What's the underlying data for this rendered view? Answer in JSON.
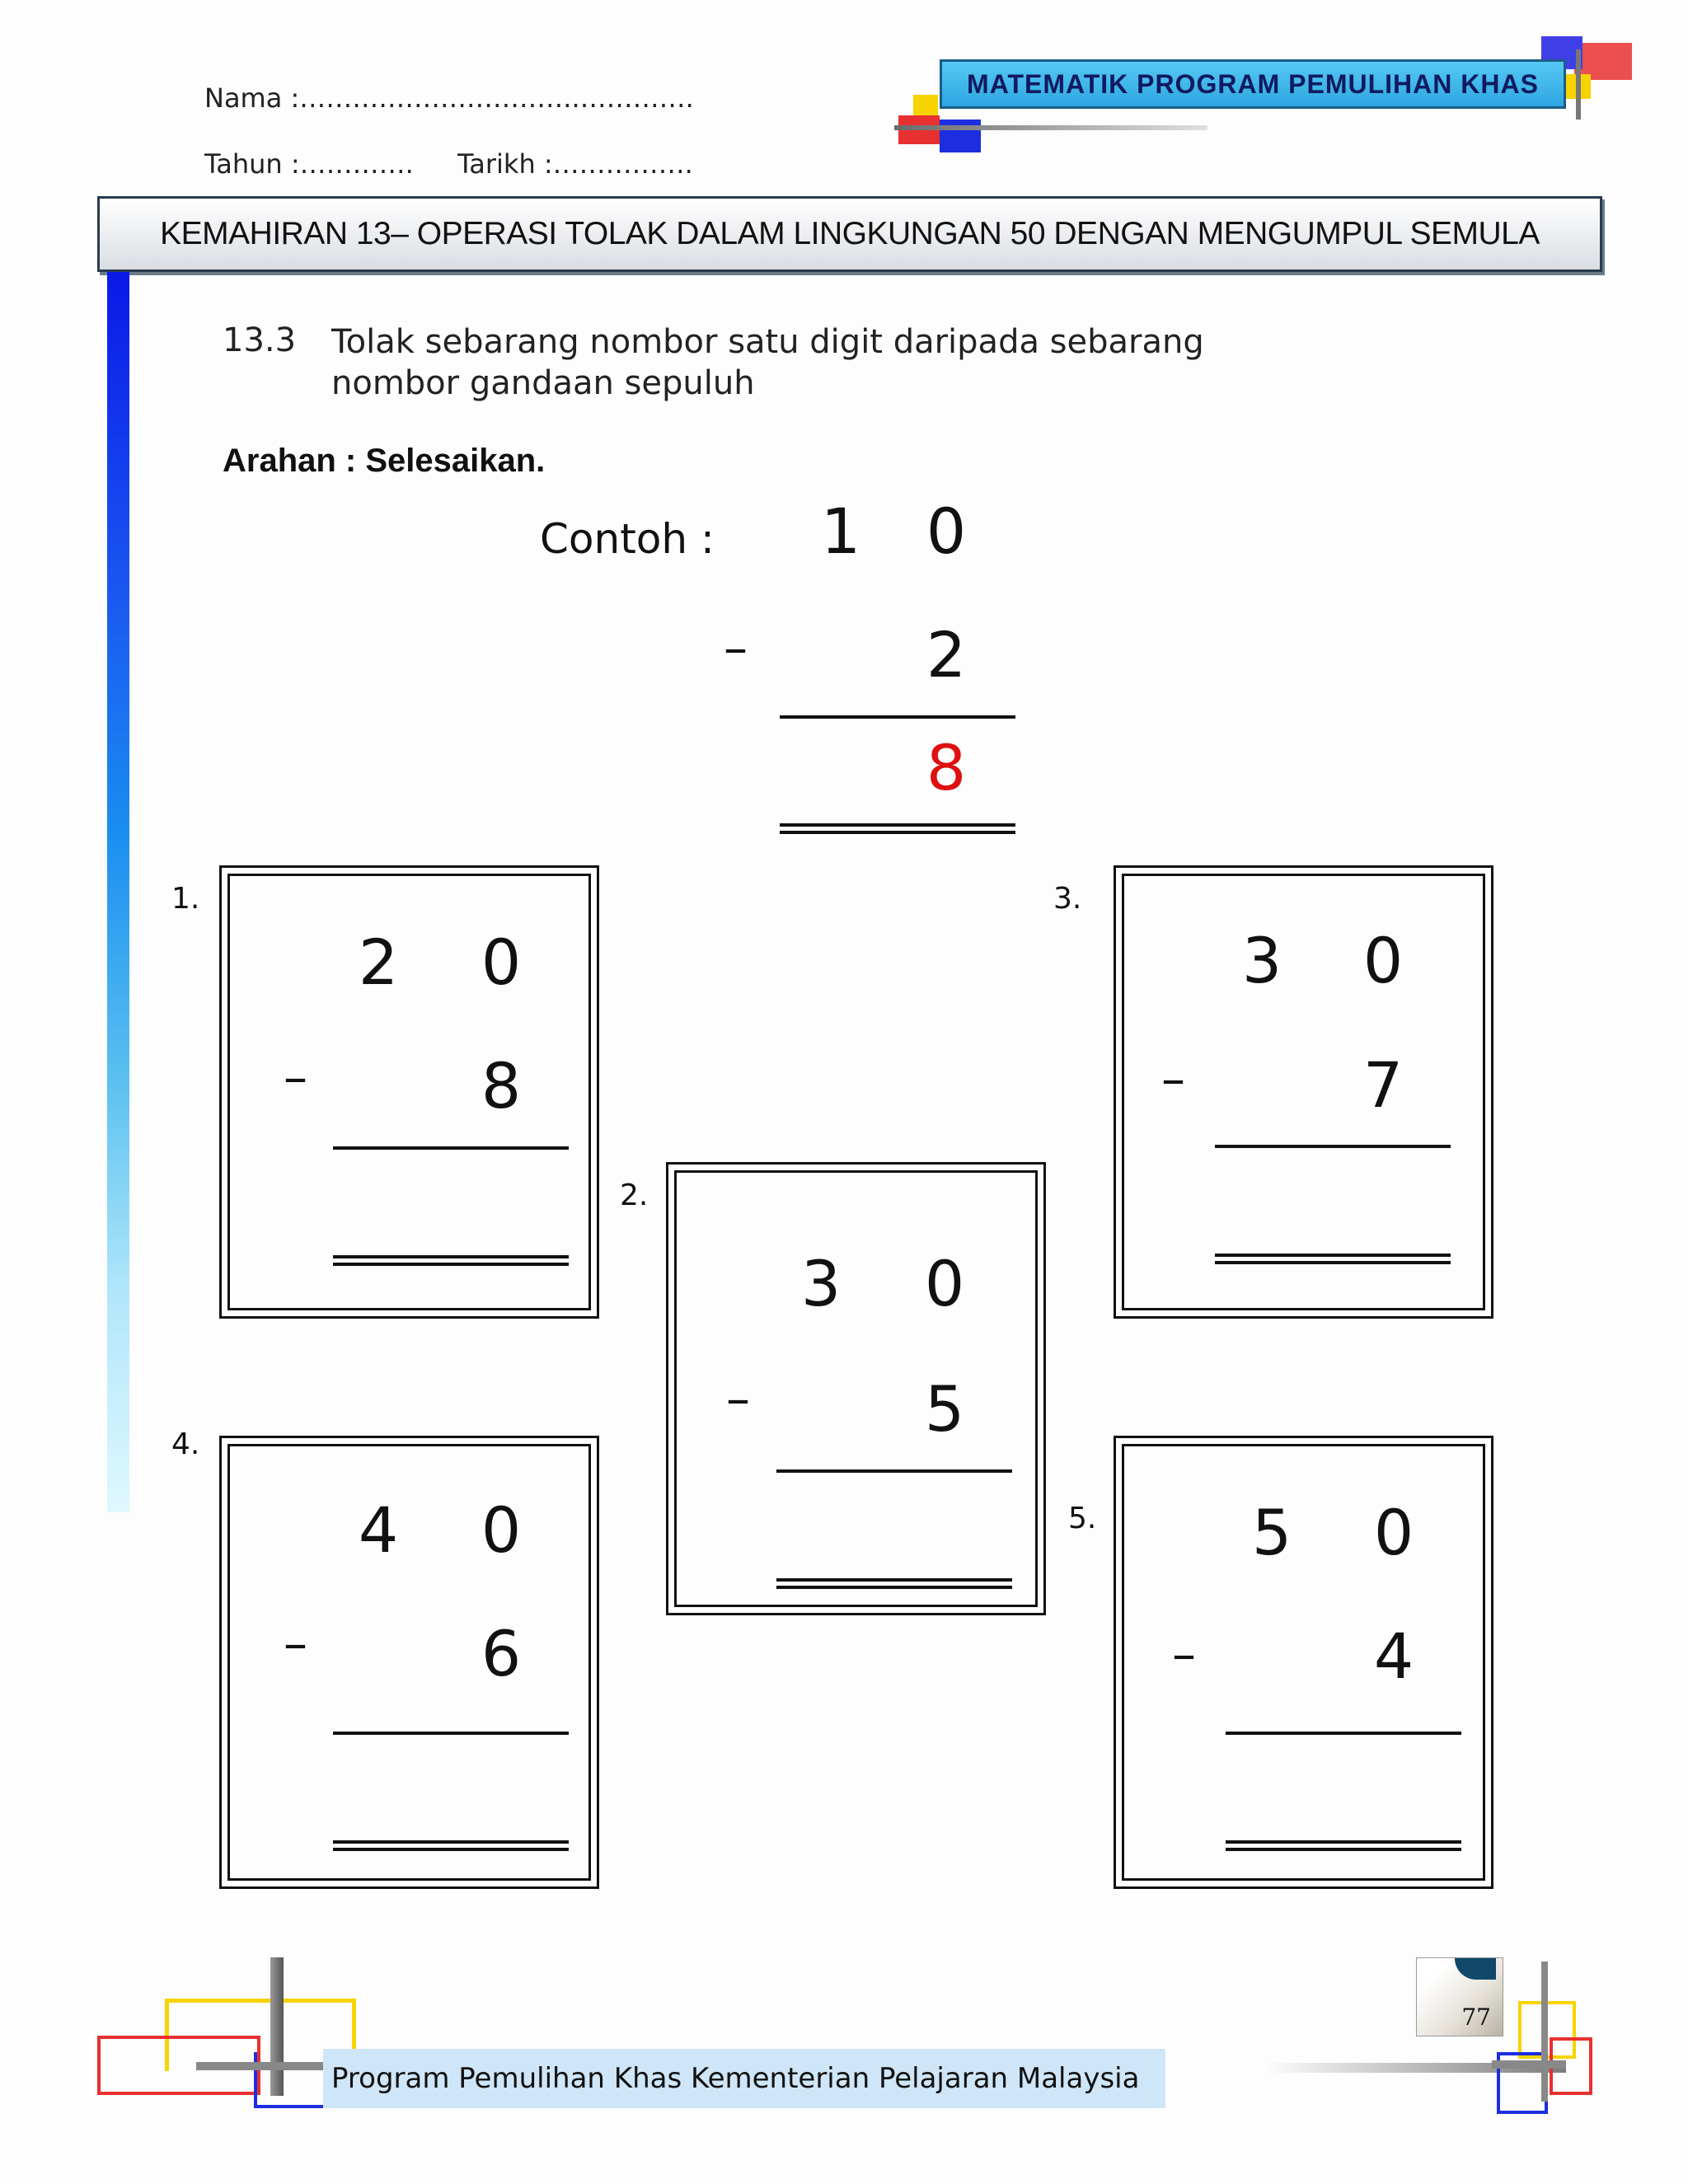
{
  "header": {
    "nama_label": "Nama :…………………………..………….",
    "tahun_label": "Tahun :………….",
    "tarikh_label": "Tarikh :…………….",
    "badge": "MATEMATIK  PROGRAM PEMULIHAN  KHAS"
  },
  "title": "KEMAHIRAN 13– OPERASI TOLAK DALAM  LINGKUNGAN 50 DENGAN  MENGUMPUL SEMULA",
  "subskill": {
    "number": "13.3",
    "text_line1": "Tolak sebarang nombor satu digit daripada sebarang",
    "text_line2": "nombor gandaan sepuluh"
  },
  "arahan": "Arahan  : Selesaikan.",
  "example": {
    "label": "Contoh :",
    "tens": "1",
    "ones": "0",
    "minus": "–",
    "subtrahend": "2",
    "answer": "8",
    "answer_color": "#e01010"
  },
  "questions": [
    {
      "label": "1.",
      "tens": "2",
      "ones": "0",
      "minus": "–",
      "subtrahend": "8"
    },
    {
      "label": "2.",
      "tens": "3",
      "ones": "0",
      "minus": "–",
      "subtrahend": "5"
    },
    {
      "label": "3.",
      "tens": "3",
      "ones": "0",
      "minus": "–",
      "subtrahend": "7"
    },
    {
      "label": "4.",
      "tens": "4",
      "ones": "0",
      "minus": "–",
      "subtrahend": "6"
    },
    {
      "label": "5.",
      "tens": "5",
      "ones": "0",
      "minus": "–",
      "subtrahend": "4"
    }
  ],
  "footer": {
    "text": "Program  Pemulihan Khas Kementerian Pelajaran Malaysia",
    "page_number": "77"
  }
}
